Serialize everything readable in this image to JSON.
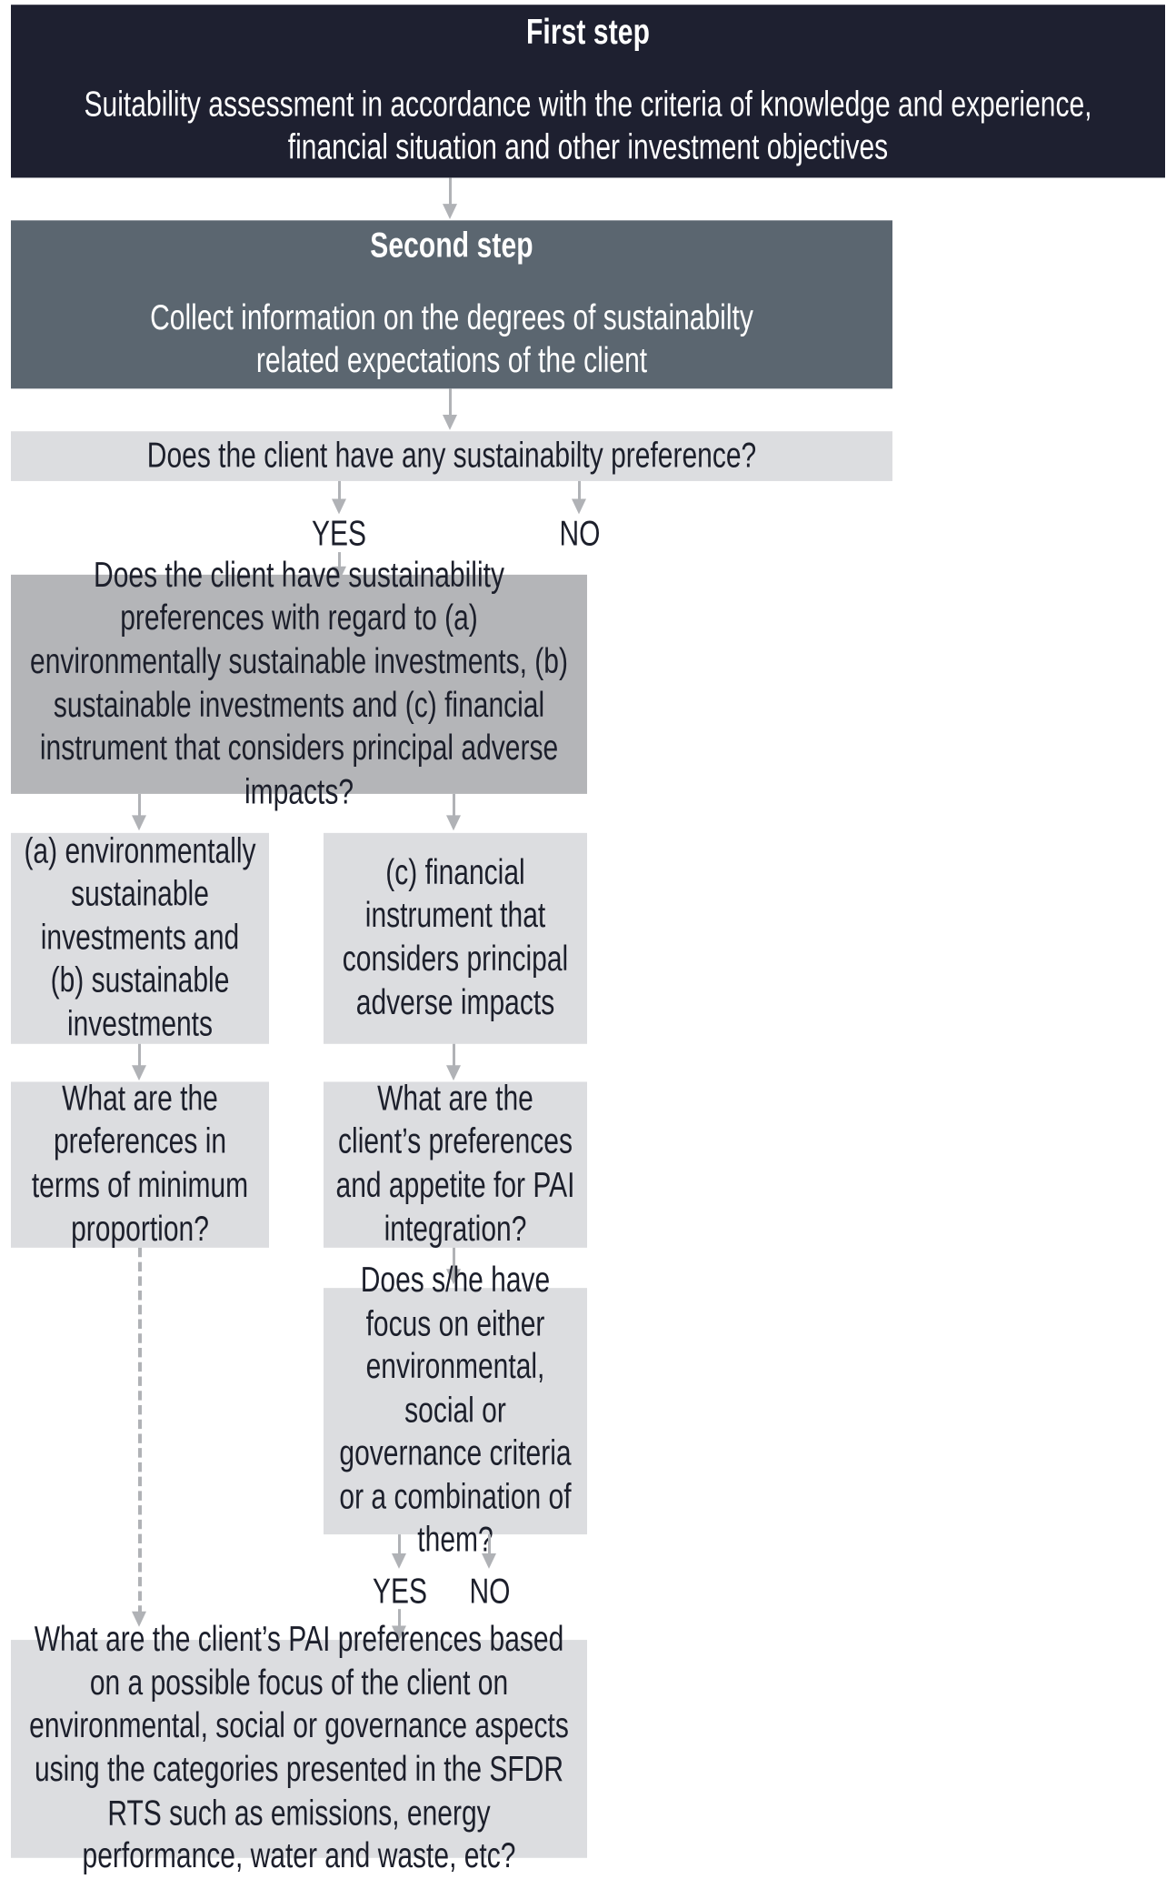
{
  "diagram": {
    "title": "Sustainability preferences suitability assessment flow",
    "colors": {
      "dark": "#1e2030",
      "slate": "#5b6670",
      "midgray": "#b4b5b8",
      "lightgray": "#dcdde0",
      "connector": "#b0b2b6",
      "text_light": "#ffffff",
      "text_dark": "#1c1f2b"
    },
    "nodes": {
      "first_step": {
        "title": "First step",
        "body": "Suitability assessment in accordance with the criteria of knowledge and experience, financial situation and other investment objectives"
      },
      "second_step": {
        "title": "Second step",
        "body": "Collect information on the degrees of sustainabilty related expectations of the client"
      },
      "q_any_preference": {
        "body": "Does the client have any sustainabilty preference?"
      },
      "q_three_categories": {
        "body": "Does the client have sustainability preferences with regard to (a) environmentally sustainable investments, (b) sustainable investments and (c) financial instrument that considers principal adverse impacts?"
      },
      "branch_ab": {
        "body": "(a) environmentally sustainable investments and (b) sustainable investments"
      },
      "branch_c": {
        "body": "(c) financial instrument that considers principal adverse impacts"
      },
      "q_min_proportion": {
        "body": "What are the preferences in terms of minimum proportion?"
      },
      "q_pai_appetite": {
        "body": "What are the client’s preferences and appetite for PAI integration?"
      },
      "q_esg_focus": {
        "body": "Does s/he have focus on either environmental, social or governance criteria or a combination of them?"
      },
      "q_pai_categories": {
        "body": "What are the client’s PAI preferences based on a possible focus of the client on environmental, social or governance aspects using the categories presented in the SFDR RTS such as emissions, energy performance, water and waste, etc?"
      }
    },
    "edge_labels": {
      "pref_yes": "YES",
      "pref_no": "NO",
      "esg_yes": "YES",
      "esg_no": "NO"
    }
  }
}
